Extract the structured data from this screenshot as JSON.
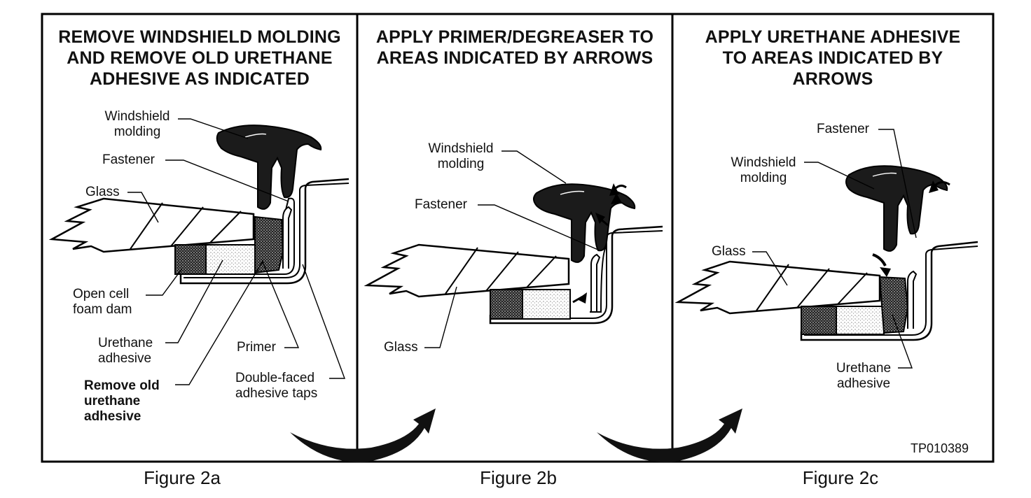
{
  "panels": [
    {
      "title_lines": [
        "REMOVE WINDSHIELD MOLDING",
        "AND REMOVE OLD URETHANE",
        "ADHESIVE AS INDICATED"
      ],
      "labels": {
        "windshield_molding": [
          "Windshield",
          "molding"
        ],
        "fastener": "Fastener",
        "glass": "Glass",
        "foam_dam": [
          "Open cell",
          "foam dam"
        ],
        "urethane": [
          "Urethane",
          "adhesive"
        ],
        "remove_old": [
          "Remove old",
          "urethane",
          "adhesive"
        ],
        "primer": "Primer",
        "tape": [
          "Double-faced",
          "adhesive taps"
        ]
      },
      "caption": "Figure 2a"
    },
    {
      "title_lines": [
        "APPLY PRIMER/DEGREASER TO",
        "AREAS INDICATED BY ARROWS"
      ],
      "labels": {
        "windshield_molding": [
          "Windshield",
          "molding"
        ],
        "fastener": "Fastener",
        "glass": "Glass"
      },
      "caption": "Figure 2b"
    },
    {
      "title_lines": [
        "APPLY URETHANE ADHESIVE",
        "TO AREAS INDICATED BY",
        "ARROWS"
      ],
      "labels": {
        "fastener": "Fastener",
        "windshield_molding": [
          "Windshield",
          "molding"
        ],
        "glass": "Glass",
        "urethane": [
          "Urethane",
          "adhesive"
        ]
      },
      "caption": "Figure 2c"
    }
  ],
  "figure_code": "TP010389"
}
